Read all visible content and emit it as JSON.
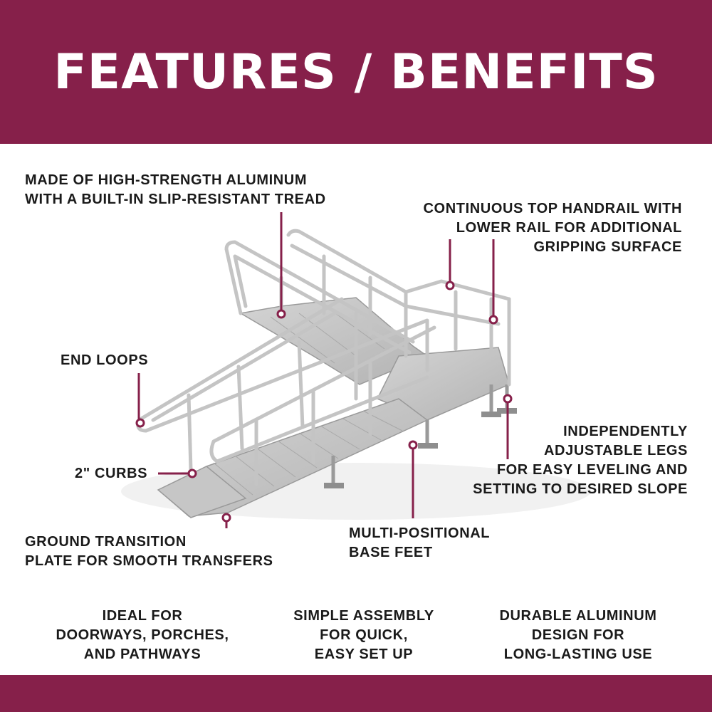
{
  "header": {
    "title": "FEATURES / BENEFITS"
  },
  "colors": {
    "brand": "#86204a",
    "metal": "#c9c9c9",
    "metal_dark": "#9a9a9a",
    "deck": "#bdbdbd"
  },
  "callouts": {
    "aluminum": {
      "line1": "MADE OF HIGH-STRENGTH ALUMINUM",
      "line2": "WITH A BUILT-IN SLIP-RESISTANT TREAD"
    },
    "handrail": {
      "line1": "CONTINUOUS TOP HANDRAIL WITH",
      "line2": "LOWER RAIL FOR ADDITIONAL",
      "line3": "GRIPPING SURFACE"
    },
    "end_loops": {
      "line1": "END LOOPS"
    },
    "curbs": {
      "line1": "2\" CURBS"
    },
    "legs": {
      "line1": "INDEPENDENTLY",
      "line2": "ADJUSTABLE LEGS",
      "line3": "FOR EASY LEVELING AND",
      "line4": "SETTING TO DESIRED SLOPE"
    },
    "transition": {
      "line1": "GROUND TRANSITION",
      "line2": "PLATE FOR SMOOTH TRANSFERS"
    },
    "base_feet": {
      "line1": "MULTI-POSITIONAL",
      "line2": "BASE FEET"
    }
  },
  "benefits": [
    {
      "line1": "IDEAL FOR",
      "line2": "DOORWAYS, PORCHES,",
      "line3": "AND PATHWAYS"
    },
    {
      "line1": "SIMPLE ASSEMBLY",
      "line2": "FOR QUICK,",
      "line3": "EASY SET UP"
    },
    {
      "line1": "DURABLE ALUMINUM",
      "line2": "DESIGN FOR",
      "line3": "LONG-LASTING USE"
    }
  ]
}
